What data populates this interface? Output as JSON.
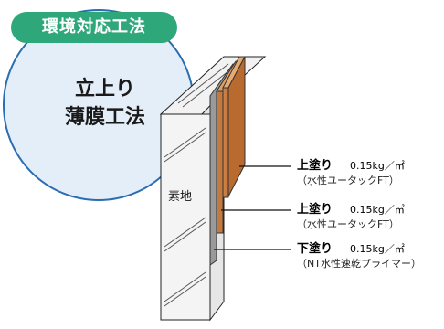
{
  "badge": {
    "tag": "環境対応工法",
    "title_line1": "立上り",
    "title_line2": "薄膜工法"
  },
  "substrate": {
    "label": "素地"
  },
  "layers": [
    {
      "name": "上塗り",
      "amount": "0.15kg／㎡",
      "product": "（水性ユータックFT）"
    },
    {
      "name": "上塗り",
      "amount": "0.15kg／㎡",
      "product": "（水性ユータックFT）"
    },
    {
      "name": "下塗り",
      "amount": "0.15kg／㎡",
      "product": "（NT水性速乾プライマー）"
    }
  ],
  "colors": {
    "tag_green": "#2ea77a",
    "circle_fill": "#e4eef8",
    "circle_border": "#2a6db0",
    "topcoat_orange": "#c9793e",
    "primer_gray": "#9a9a9a"
  }
}
